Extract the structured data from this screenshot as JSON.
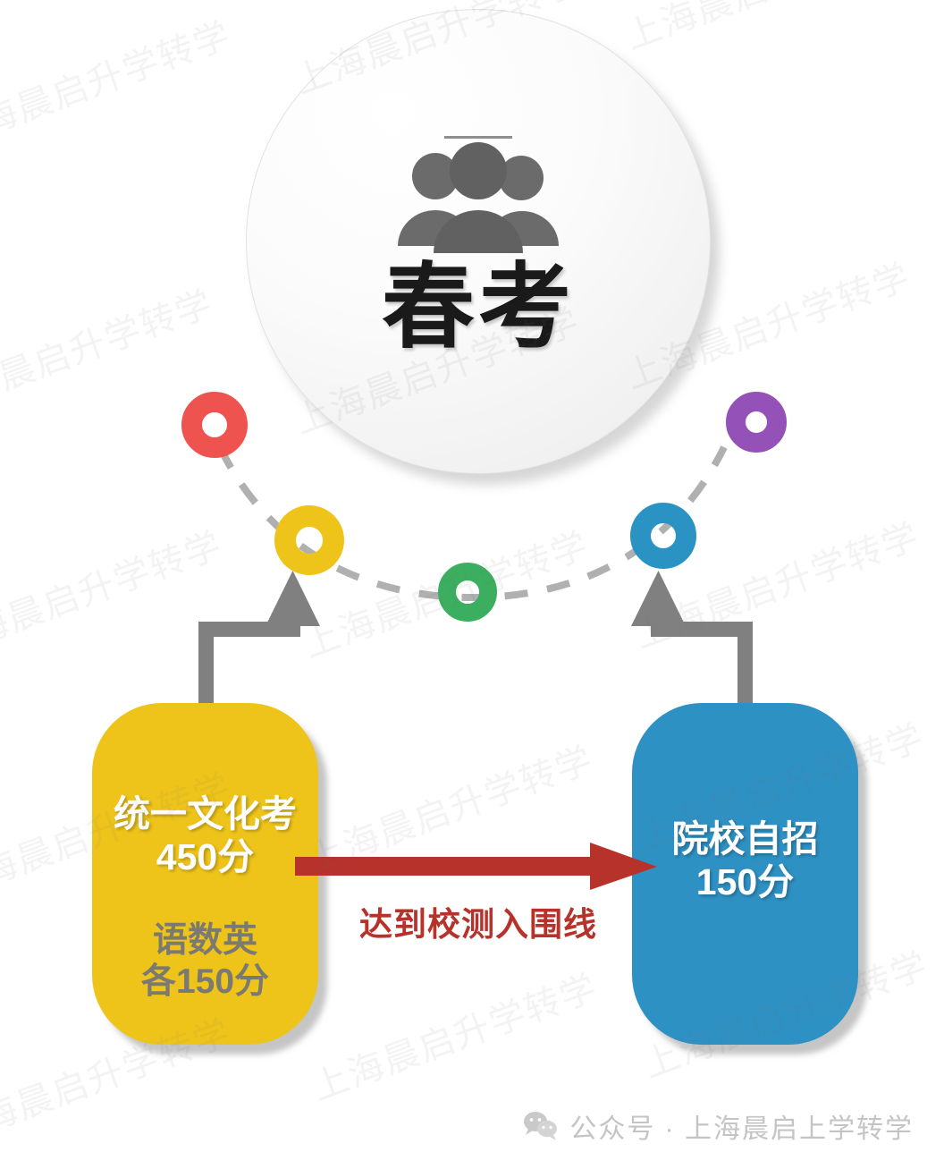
{
  "hero": {
    "title": "春考",
    "icon": "people-group-icon"
  },
  "watermark": {
    "text": "上海晨启升学转学"
  },
  "milestones": [
    {
      "name": "marker-red",
      "color": "#ef5350"
    },
    {
      "name": "marker-yellow",
      "color": "#efc41a"
    },
    {
      "name": "marker-green",
      "color": "#3baf5f"
    },
    {
      "name": "marker-blue",
      "color": "#2b93c4"
    },
    {
      "name": "marker-purple",
      "color": "#9452b8"
    }
  ],
  "cards": {
    "left": {
      "title": "统一文化考",
      "score": "450分",
      "detail_subject": "语数英",
      "detail_score": "各150分",
      "color": "#efc41a"
    },
    "right": {
      "title": "院校自招",
      "score": "150分",
      "color": "#2e91c4"
    }
  },
  "flow": {
    "arrow_label": "达到校测入围线",
    "arrow_color": "#b6322b",
    "connector_color": "#808080"
  },
  "footer": {
    "icon": "wechat-icon",
    "text": "公众号 · 上海晨启上学转学"
  }
}
